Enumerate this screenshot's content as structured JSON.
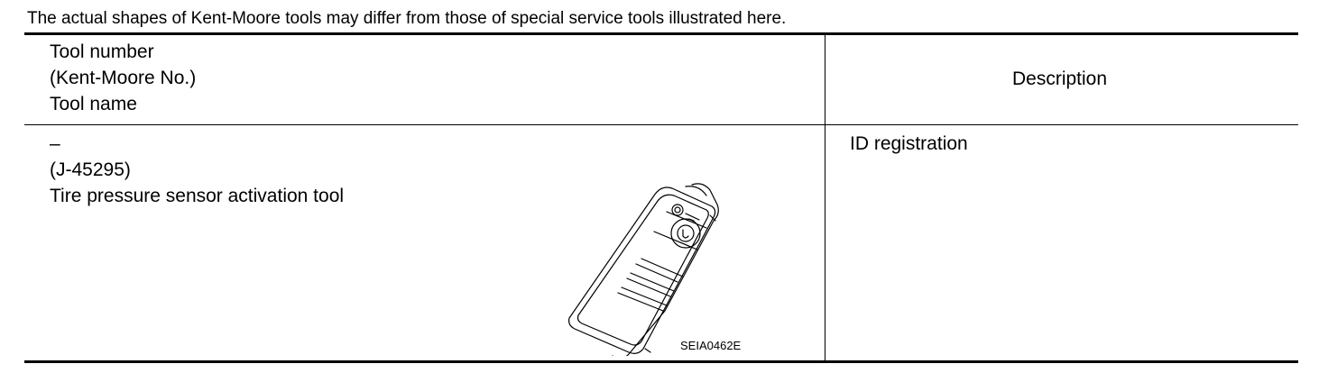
{
  "intro_note": "The actual shapes of Kent-Moore tools may differ from those of special service tools illustrated here.",
  "table": {
    "header": {
      "tool_number": "Tool number",
      "kent_moore_no": "(Kent-Moore No.)",
      "tool_name": "Tool name",
      "description": "Description"
    },
    "rows": [
      {
        "tool_number": "–",
        "kent_moore_no": "(J-45295)",
        "tool_name": "Tire pressure sensor activation tool",
        "description": "ID registration",
        "figure_code": "SEIA0462E"
      }
    ]
  }
}
